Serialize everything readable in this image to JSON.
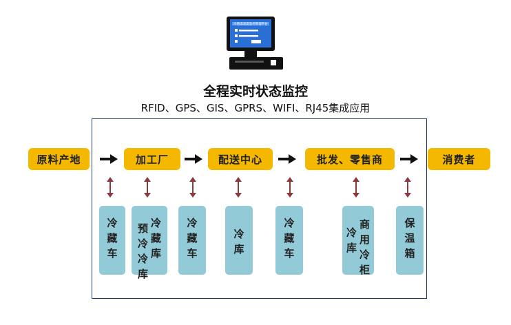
{
  "title": "全程实时状态监控",
  "subtitle": "RFID、GPS、GIS、GPRS、WIFI、RJ45集成应用",
  "monitor_screen_text": "冷链温湿度监控管理平台",
  "colors": {
    "stage": "#f5b800",
    "equipment": "#92cbd7",
    "frame": "#1f3a6b",
    "arrow_dark": "#111111",
    "arrow_red": "#8b3a3a",
    "monitor_blue": "#2a6fd6"
  },
  "stages": [
    "原料产地",
    "加工厂",
    "配送中心",
    "批发、零售商",
    "消费者"
  ],
  "equipment": [
    {
      "cols": [
        "冷藏车"
      ]
    },
    {
      "cols": [
        "冷藏库",
        "预冷冷库"
      ]
    },
    {
      "cols": [
        "冷藏车"
      ]
    },
    {
      "cols": [
        "冷库"
      ]
    },
    {
      "cols": [
        "冷藏车"
      ]
    },
    {
      "cols": [
        "商用冷柜",
        "冷库"
      ]
    },
    {
      "cols": [
        "保温箱"
      ]
    }
  ]
}
